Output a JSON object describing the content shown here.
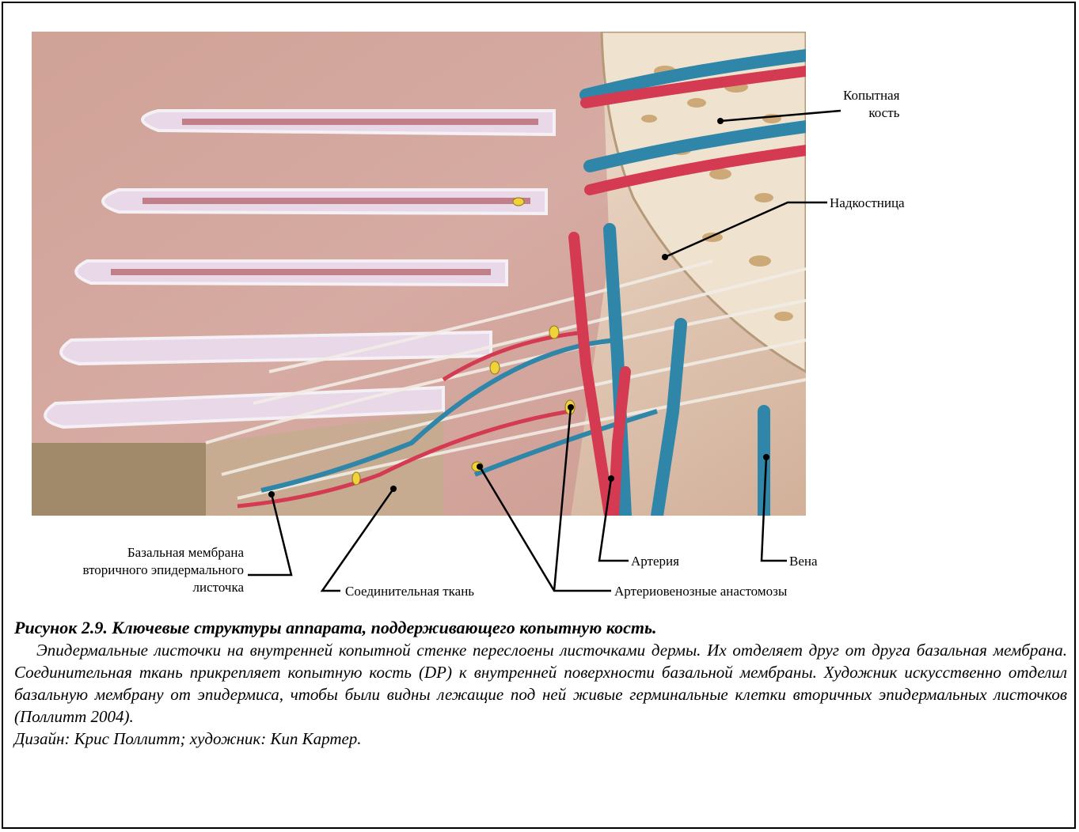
{
  "labels": {
    "hoof_bone": "Копытная\nкость",
    "periosteum": "Надкостница",
    "basal_membrane": "Базальная мембрана\nвторичного эпидермального\nлисточка",
    "connective_tissue": "Соединительная ткань",
    "arteriovenous": "Артериовенозные анастомозы",
    "artery": "Артерия",
    "vein": "Вена"
  },
  "caption": {
    "title": "Рисунок 2.9. Ключевые структуры аппарата, поддерживающего копытную кость.",
    "body": "Эпидермальные листочки на внутренней копытной стенке переслоены листочками дермы. Их отделяет друг от друга базальная мембрана. Соединительная ткань прикрепляет копытную кость (DP) к внутренней поверхности базальной мембраны. Художник искусственно отделил базальную мембрану от эпидермиса, чтобы были видны лежащие под ней живые герминальные клетки вторичных эпидермальных листочков (Поллитт 2004).",
    "credit": "Дизайн: Крис Поллитт; художник: Кип Картер."
  },
  "colors": {
    "tissue_pink": "#c98a8a",
    "artery_red": "#d43a52",
    "vein_blue": "#2f86a8",
    "bone_cream": "#efe3cf",
    "bone_spot": "#c8a06a"
  }
}
